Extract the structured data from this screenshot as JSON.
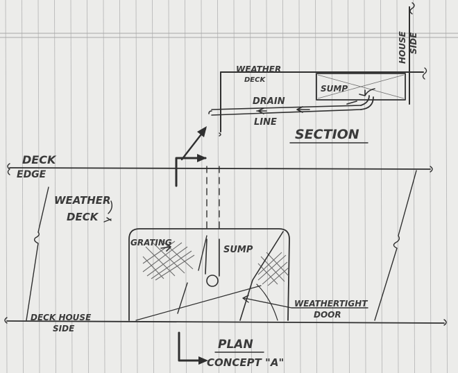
{
  "section_view": {
    "title": "SECTION",
    "weather_deck_label": [
      "WEATHER",
      "DECK"
    ],
    "sump_label": "SUMP",
    "drain_line_label": [
      "DRAIN",
      "LINE"
    ],
    "house_side_label": [
      "HOUSE",
      "SIDE"
    ]
  },
  "plan_view": {
    "title": "PLAN",
    "subtitle": "CONCEPT \"A\"",
    "deck_edge_label": [
      "DECK",
      "EDGE"
    ],
    "weather_deck_label": [
      "WEATHER",
      "DECK"
    ],
    "grating_label": "GRATING",
    "sump_label": "SUMP",
    "weathertight_door_label": [
      "WEATHERTIGHT",
      "DOOR"
    ],
    "deck_house_side_label": [
      "DECK HOUSE",
      "SIDE"
    ]
  }
}
